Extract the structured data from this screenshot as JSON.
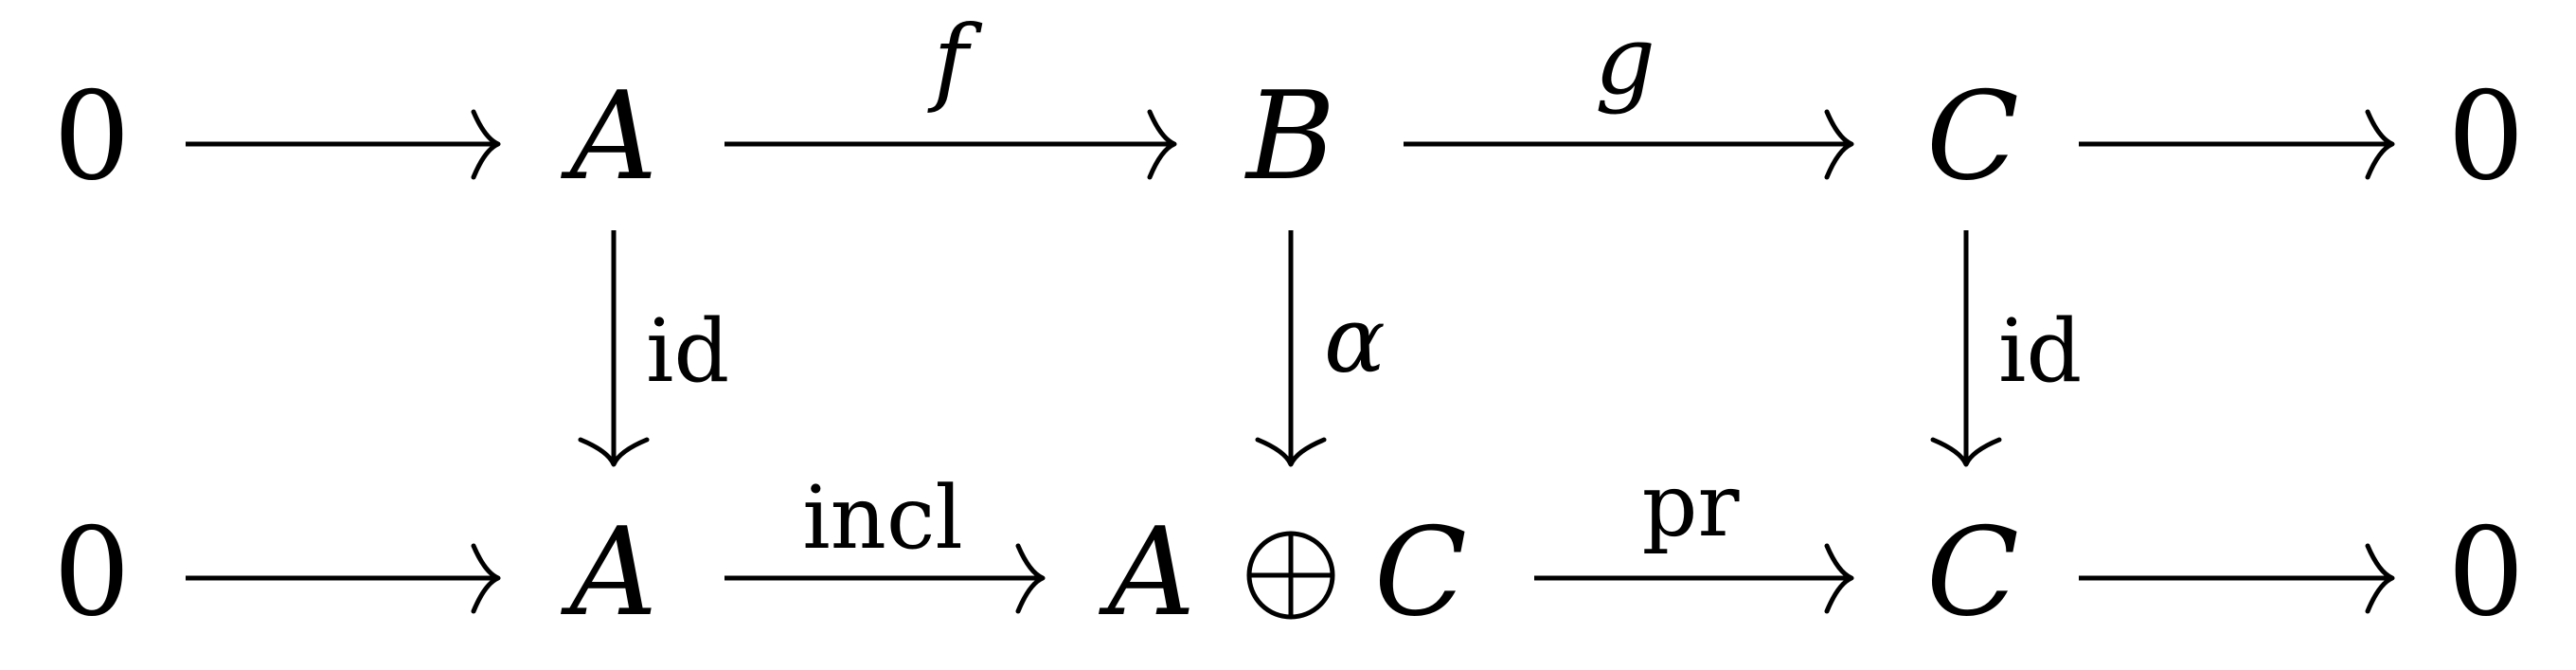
{
  "diagram": {
    "top_row": {
      "zero_left": "0",
      "A": "A",
      "B": "B",
      "C": "C",
      "zero_right": "0"
    },
    "bottom_row": {
      "zero_left": "0",
      "A": "A",
      "direct_sum_left": "A",
      "direct_sum_right": "C",
      "C": "C",
      "zero_right": "0"
    },
    "arrow_labels": {
      "f": "f",
      "g": "g",
      "id_left": "id",
      "alpha": "α",
      "id_right": "id",
      "incl": "incl",
      "pr": "pr"
    }
  }
}
